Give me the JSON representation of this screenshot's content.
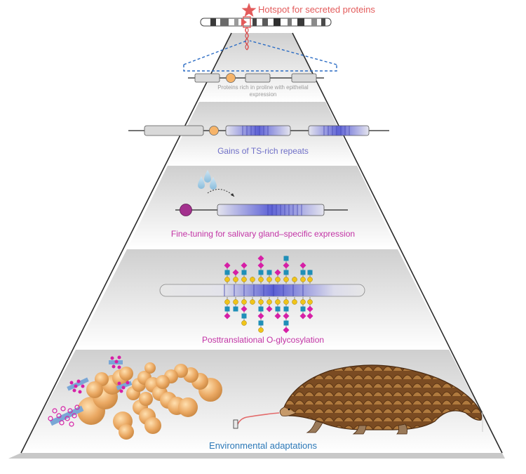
{
  "hotspot_label": "Hotspot for secreted proteins",
  "proline_label_line1": "Proteins rich in proline with epithelial",
  "proline_label_line2": "expression",
  "ts_repeats_label": "Gains of TS-rich repeats",
  "salivary_label": "Fine-tuning for salivary gland–specific expression",
  "glycosylation_label": "Posttranslational O-glycosylation",
  "environment_label": "Environmental adaptations",
  "colors": {
    "hotspot_red": "#e35b5b",
    "repeat_blue": "#6b6ed6",
    "magenta": "#c233a5",
    "environment_blue": "#2d79b8",
    "glycan_yellow": "#f0c419",
    "glycan_teal": "#1f8fb8",
    "glycan_magenta": "#d61fa6",
    "bacteria_orange": "#e8a45a",
    "pangolin_brown": "#8a5a2b"
  },
  "icons": [
    "star-icon",
    "chromosome-icon",
    "water-drops-icon",
    "bacteria-icon",
    "pangolin-icon"
  ]
}
